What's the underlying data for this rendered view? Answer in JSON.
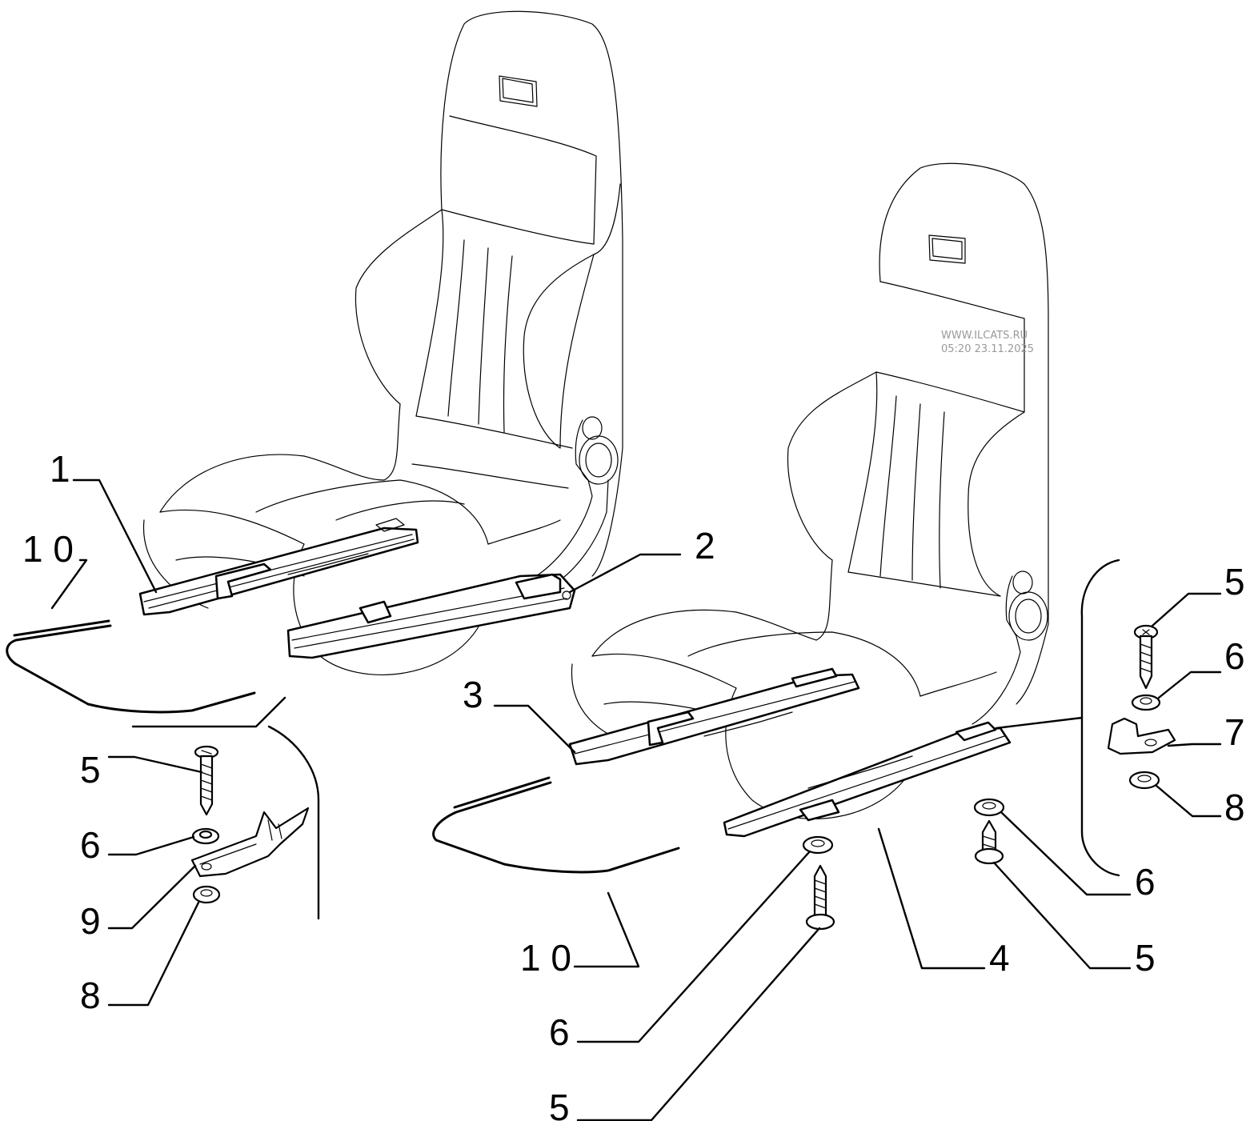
{
  "callouts": {
    "c1": "1",
    "c2": "2",
    "c3": "3",
    "c4": "4",
    "c5a": "5",
    "c5b": "5",
    "c5c": "5",
    "c5d": "5",
    "c6a": "6",
    "c6b": "6",
    "c6c": "6",
    "c6d": "6",
    "c7": "7",
    "c8a": "8",
    "c8b": "8",
    "c9": "9",
    "c10a": "1 0",
    "c10b": "1 0"
  },
  "watermark": {
    "line1": "WWW.ILCATS.RU",
    "line2": "05:20 23.11.2025"
  }
}
